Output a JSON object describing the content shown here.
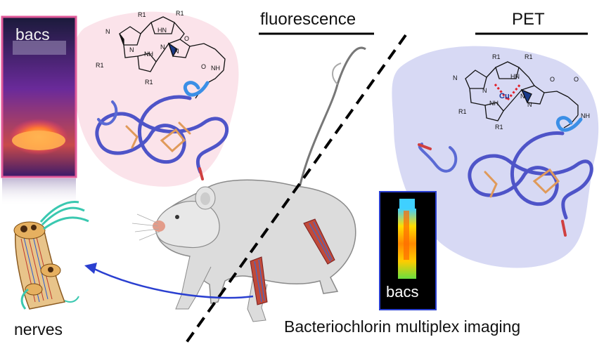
{
  "labels": {
    "fluorescence": "fluorescence",
    "pet": "PET",
    "caption": "Bacteriochlorin multiplex imaging",
    "nerves": "nerves",
    "vial_label": "bacs",
    "probe_label": "bacs"
  },
  "molecule_left": {
    "atoms": [
      "N",
      "N",
      "HN",
      "NH",
      "N",
      "N",
      "O",
      "O",
      "NH",
      "R1",
      "R1",
      "R1",
      "R1"
    ]
  },
  "molecule_right": {
    "atoms": [
      "N",
      "N",
      "HN",
      "NH",
      "N",
      "Cu",
      "N",
      "O",
      "O",
      "NH",
      "R1",
      "R1",
      "R1",
      "R1"
    ]
  },
  "colors": {
    "fluorescence_blob": "#fbe3ea",
    "pet_blob": "#d7d9f4",
    "peptide": "#4e54c8",
    "disulfide": "#e09a5a",
    "linker": "#3b8fe6",
    "arrow": "#2a3fd0"
  }
}
